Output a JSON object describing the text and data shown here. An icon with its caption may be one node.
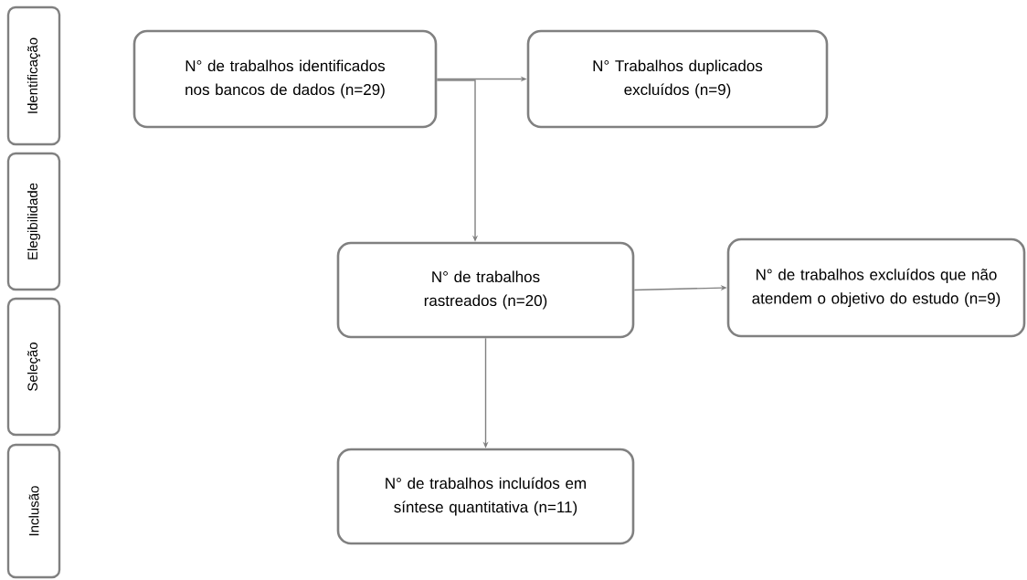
{
  "diagram": {
    "nodes": [
      {
        "text": [
          "Identificação"
        ]
      },
      {
        "text": [
          "Elegibilidade"
        ]
      },
      {
        "text": [
          "Seleção"
        ]
      },
      {
        "text": [
          "Inclusão"
        ]
      },
      {
        "text": [
          "N° de trabalhos identificados nos bancos de dados (n=29)"
        ]
      },
      {
        "text": [
          "N° Trabalhos duplicados excluídos (n=9)"
        ]
      },
      {
        "text": [
          "N° de trabalhos rastreados (n=20)"
        ]
      },
      {
        "text": [
          "N° de trabalhos excluídos que não atendem o objetivo do estudo (n=9)"
        ]
      },
      {
        "text": [
          "N° de trabalhos incluídos em síntese quantitativa (n=11)"
        ]
      }
    ],
    "edges": [
      {
        "from": 4,
        "to": 5,
        "arrow": "to"
      },
      {
        "from": 4,
        "to": 6,
        "arrow": "to"
      },
      {
        "from": 6,
        "to": 7,
        "arrow": "to"
      },
      {
        "from": 6,
        "to": 8,
        "arrow": "to"
      }
    ]
  }
}
